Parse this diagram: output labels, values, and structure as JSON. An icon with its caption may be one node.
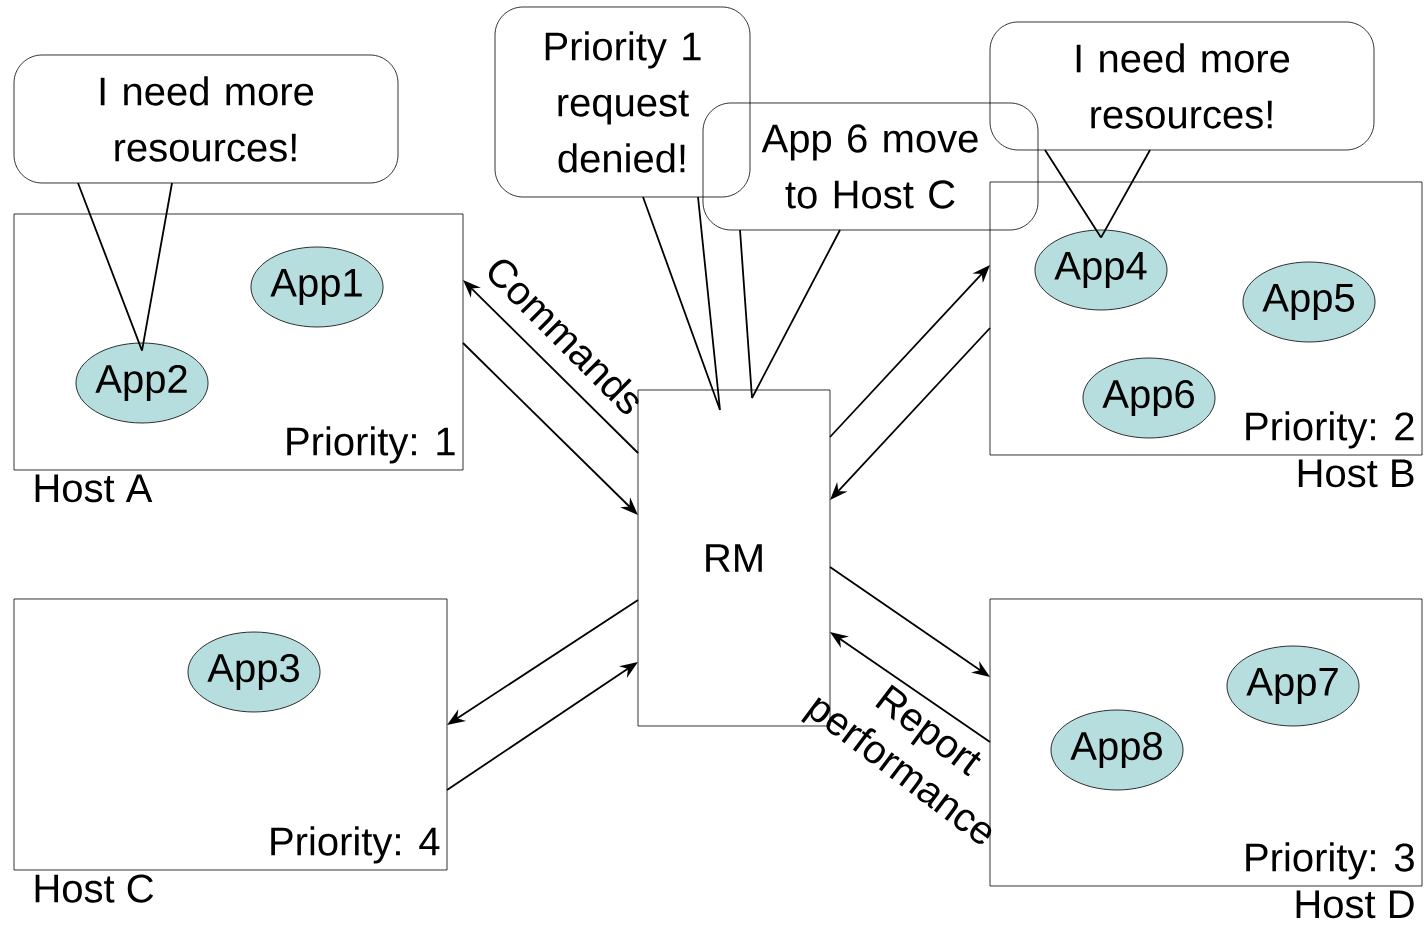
{
  "diagram": {
    "nodes": [
      {
        "text": [
          "Priority: 1",
          "Host A"
        ]
      },
      {
        "text": [
          "App1"
        ],
        "in": 0
      },
      {
        "text": [
          "App2"
        ],
        "in": 0
      },
      {
        "text": [
          "Priority: 4",
          "Host C"
        ]
      },
      {
        "text": [
          "App3"
        ],
        "in": 3
      },
      {
        "text": [
          "RM"
        ]
      },
      {
        "text": [
          "Priority: 2",
          "Host B"
        ]
      },
      {
        "text": [
          "App4"
        ],
        "in": 6
      },
      {
        "text": [
          "App5"
        ],
        "in": 6
      },
      {
        "text": [
          "App6"
        ],
        "in": 6
      },
      {
        "text": [
          "Priority: 3",
          "Host D"
        ]
      },
      {
        "text": [
          "App7"
        ],
        "in": 10
      },
      {
        "text": [
          "App8"
        ],
        "in": 10
      },
      {
        "text": [
          "I need more resources!"
        ]
      },
      {
        "text": [
          "Priority 1 request denied!"
        ]
      },
      {
        "text": [
          "App 6 move to Host C"
        ]
      },
      {
        "text": [
          "I need more resources!"
        ]
      }
    ],
    "edges": [
      {
        "from": 5,
        "to": 0,
        "arrow": "to",
        "label": "Commands"
      },
      {
        "from": 0,
        "to": 5,
        "arrow": "to"
      },
      {
        "from": 5,
        "to": 6,
        "arrow": "to"
      },
      {
        "from": 6,
        "to": 5,
        "arrow": "to"
      },
      {
        "from": 5,
        "to": 3,
        "arrow": "to"
      },
      {
        "from": 3,
        "to": 5,
        "arrow": "to"
      },
      {
        "from": 5,
        "to": 10,
        "arrow": "to"
      },
      {
        "from": 10,
        "to": 5,
        "arrow": "to",
        "label": "Report performance"
      },
      {
        "from": 13,
        "to": 2,
        "arrow": "none"
      },
      {
        "from": 14,
        "to": 5,
        "arrow": "none"
      },
      {
        "from": 15,
        "to": 5,
        "arrow": "none"
      },
      {
        "from": 16,
        "to": 7,
        "arrow": "none"
      }
    ]
  }
}
